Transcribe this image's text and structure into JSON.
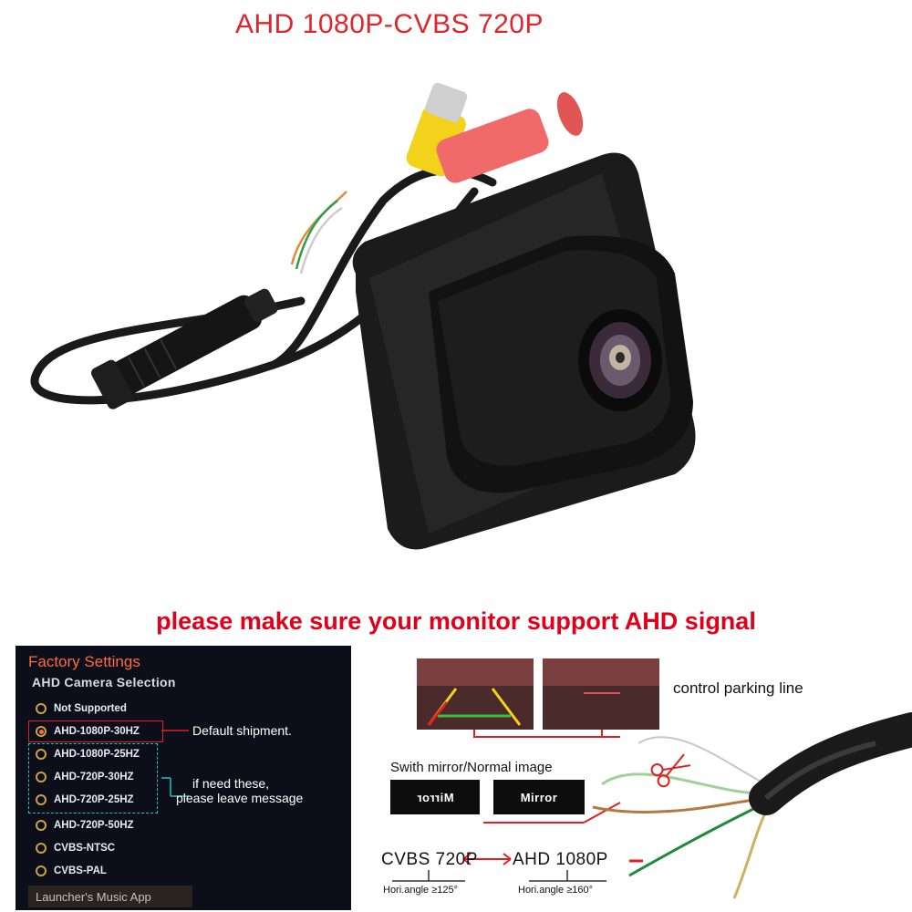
{
  "title": "AHD 1080P-CVBS 720P",
  "warning": "please make sure your monitor support AHD signal",
  "settings": {
    "header": "Factory Settings",
    "subheader": "AHD Camera Selection",
    "options": [
      {
        "label": "Not Supported",
        "selected": false
      },
      {
        "label": "AHD-1080P-30HZ",
        "selected": true
      },
      {
        "label": "AHD-1080P-25HZ",
        "selected": false
      },
      {
        "label": "AHD-720P-30HZ",
        "selected": false
      },
      {
        "label": "AHD-720P-25HZ",
        "selected": false
      },
      {
        "label": "AHD-720P-50HZ",
        "selected": false
      },
      {
        "label": "CVBS-NTSC",
        "selected": false
      },
      {
        "label": "CVBS-PAL",
        "selected": false
      }
    ],
    "launcher": "Launcher's Music App",
    "default_note": "Default shipment.",
    "note_line1": "if need these,",
    "note_line2": "please leave message"
  },
  "right": {
    "control_parking": "control parking line",
    "switch_label": "Swith mirror/Normal image",
    "mirror_reversed": "Mirror",
    "mirror": "Mirror",
    "cvbs": "CVBS 720P",
    "ahd": "AHD 1080P",
    "hori_cvbs": "Hori.angle ≥125°",
    "hori_ahd": "Hori.angle ≥160°"
  },
  "colors": {
    "accent_red": "#e0262b",
    "wire_yellow": "#f2d21a",
    "wire_red": "#f06a6a"
  }
}
